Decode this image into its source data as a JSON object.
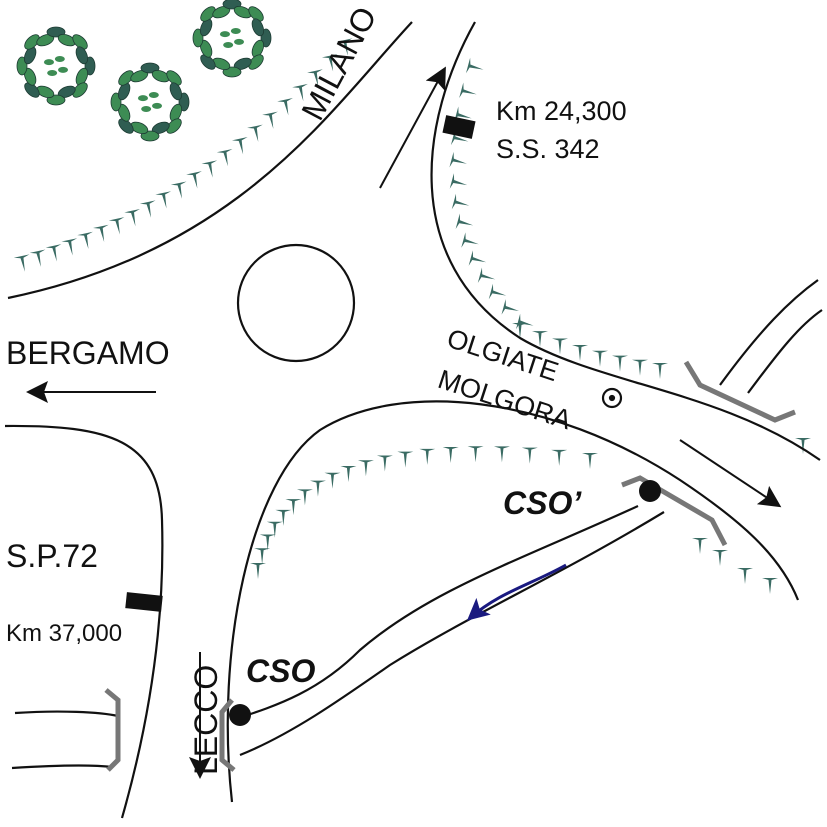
{
  "labels": {
    "milano": "MILANO",
    "bergamo": "BERGAMO",
    "lecco": "LECCO",
    "olgiate": "OLGIATE",
    "molgora": "MOLGORA",
    "km_ss": "Km 24,300",
    "ss": "S.S. 342",
    "sp": "S.P.72",
    "km_sp": "Km 37,000",
    "cso": "CSO",
    "cso_prime": "CSO’"
  },
  "colors": {
    "road": "#111111",
    "vegetation": "#3a6b63",
    "tree": "#3d8c54",
    "bridge": "#777777",
    "flow": "#1a1a80"
  },
  "icons": {
    "town": "circled-dot-icon",
    "tree": "tree-icon",
    "direction": "arrow-icon",
    "milestone": "milestone-marker-icon",
    "outfall": "outfall-point-icon",
    "flow": "flow-arrow-icon"
  }
}
